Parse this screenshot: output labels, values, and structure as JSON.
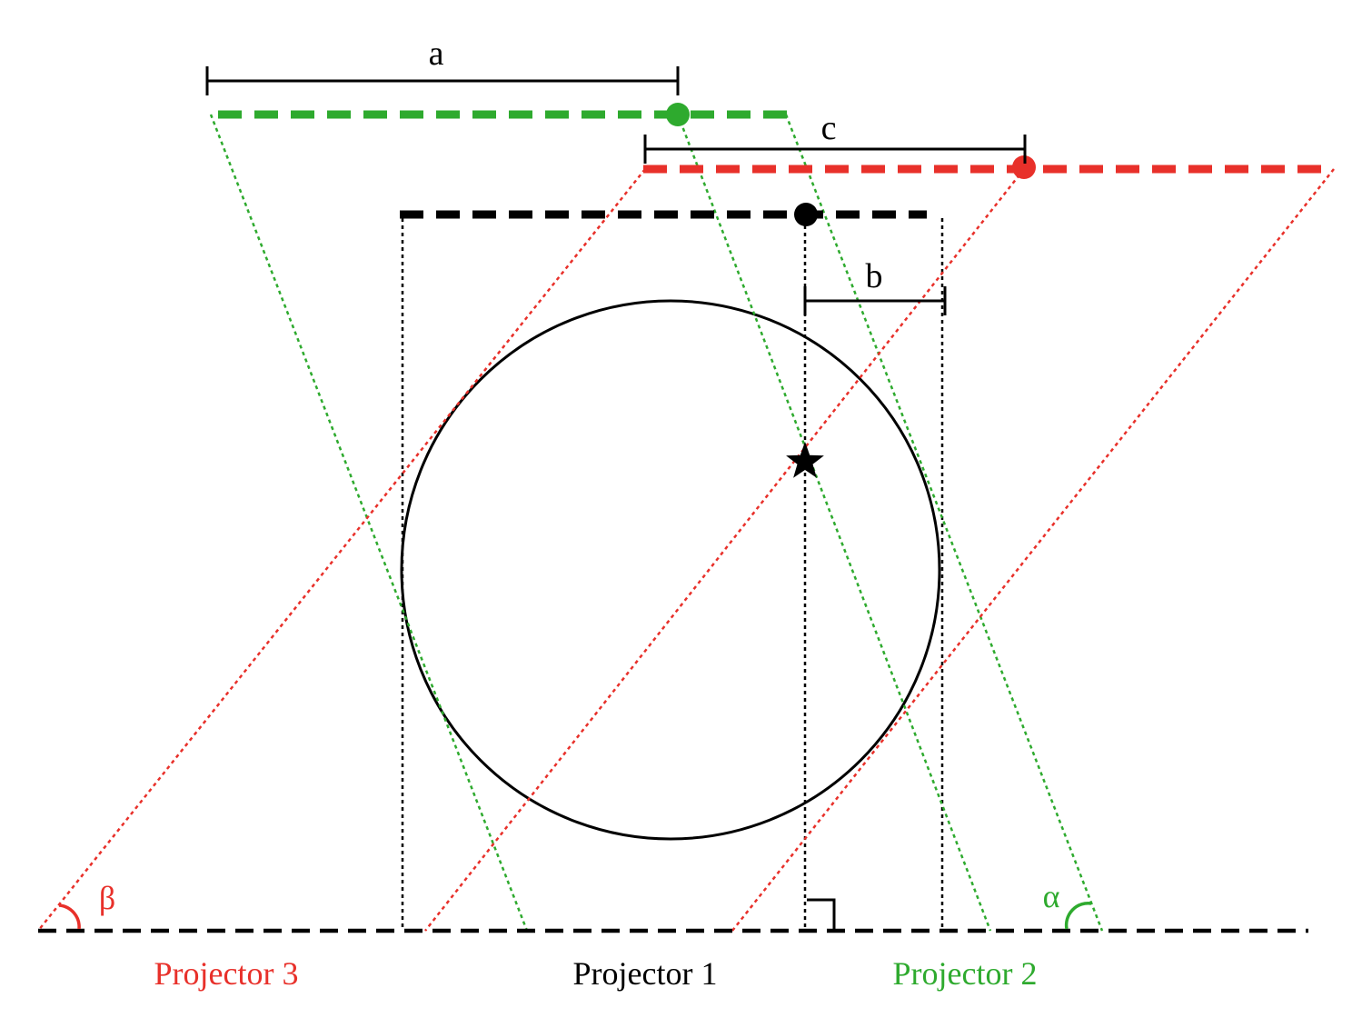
{
  "labels": {
    "a": "a",
    "b": "b",
    "c": "c",
    "alpha": "α",
    "beta": "β",
    "projector_1": "Projector 1",
    "projector_2": "Projector 2",
    "projector_3": "Projector 3"
  },
  "colors": {
    "projector_1": "#000000",
    "projector_2": "#2eaa2e",
    "projector_3": "#e8302a"
  }
}
